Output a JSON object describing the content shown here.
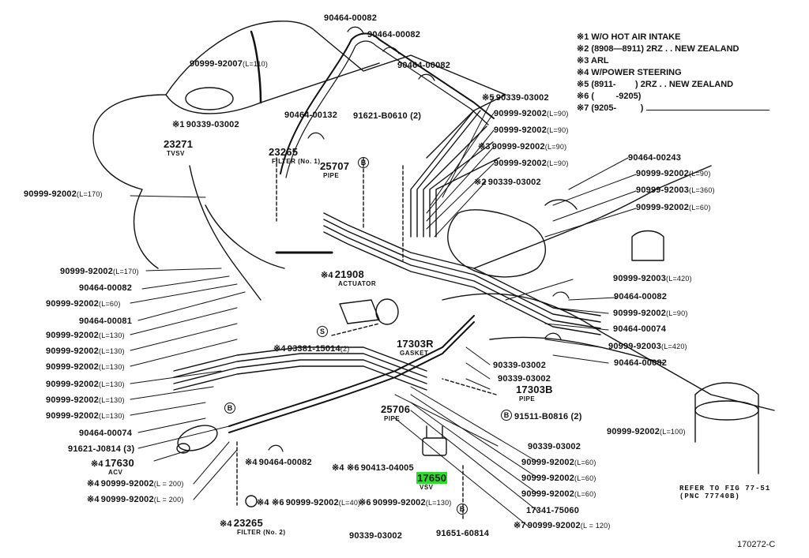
{
  "diagram": {
    "figure_id": "170272-C",
    "reference": {
      "line1": "REFER TO FIG 77-51",
      "line2": "(PNC 77740B)"
    },
    "notes": [
      {
        "mark": "※1",
        "text": "W/O HOT AIR INTAKE"
      },
      {
        "mark": "※2",
        "text": "(8908—8911) 2RZ . . NEW ZEALAND"
      },
      {
        "mark": "※3",
        "text": "ARL"
      },
      {
        "mark": "※4",
        "text": "W/POWER STEERING"
      },
      {
        "mark": "※5",
        "text": "(8911-        ) 2RZ . . NEW ZEALAND"
      },
      {
        "mark": "※6",
        "text": "(         -9205)"
      },
      {
        "mark": "※7",
        "text": "(9205-          )"
      }
    ],
    "highlighted_part": "17650",
    "circle_markers": {
      "B": "B",
      "S": "S"
    },
    "labels": [
      {
        "id": "l01",
        "pn": "90464-00082",
        "len": "",
        "mark": "",
        "sub": ""
      },
      {
        "id": "l02",
        "pn": "90464-00082",
        "len": "",
        "mark": "",
        "sub": ""
      },
      {
        "id": "l03",
        "pn": "90464-00082",
        "len": "",
        "mark": "",
        "sub": ""
      },
      {
        "id": "l04",
        "pn": "90999-92007",
        "len": "(L=110)",
        "mark": "",
        "sub": ""
      },
      {
        "id": "l05",
        "pn": "90464-00132",
        "len": "",
        "mark": "",
        "sub": ""
      },
      {
        "id": "l06",
        "pn": "91621-B0610 (2)",
        "len": "",
        "mark": "",
        "sub": ""
      },
      {
        "id": "l07",
        "pn": "90339-03002",
        "len": "",
        "mark": "※1",
        "sub": ""
      },
      {
        "id": "l08",
        "pn": "23271",
        "len": "",
        "mark": "",
        "sub": "TVSV"
      },
      {
        "id": "l09",
        "pn": "23265",
        "len": "",
        "mark": "",
        "sub": "FILTER (No. 1)"
      },
      {
        "id": "l10",
        "pn": "25707",
        "len": "",
        "mark": "",
        "sub": "PIPE"
      },
      {
        "id": "l11",
        "pn": "90339-03002",
        "len": "",
        "mark": "※5",
        "sub": ""
      },
      {
        "id": "l12",
        "pn": "90999-92002",
        "len": "(L=90)",
        "mark": "",
        "sub": ""
      },
      {
        "id": "l13",
        "pn": "90999-92002",
        "len": "(L=90)",
        "mark": "",
        "sub": ""
      },
      {
        "id": "l14",
        "pn": "90999-92002",
        "len": "(L=90)",
        "mark": "※3",
        "sub": ""
      },
      {
        "id": "l15",
        "pn": "90999-92002",
        "len": "(L=90)",
        "mark": "",
        "sub": ""
      },
      {
        "id": "l16",
        "pn": "90339-03002",
        "len": "",
        "mark": "※2",
        "sub": ""
      },
      {
        "id": "l17",
        "pn": "90464-00243",
        "len": "",
        "mark": "",
        "sub": ""
      },
      {
        "id": "l18",
        "pn": "90999-92002",
        "len": "(L=90)",
        "mark": "",
        "sub": ""
      },
      {
        "id": "l19",
        "pn": "90999-92003",
        "len": "(L=360)",
        "mark": "",
        "sub": ""
      },
      {
        "id": "l20",
        "pn": "90999-92002",
        "len": "(L=60)",
        "mark": "",
        "sub": ""
      },
      {
        "id": "l21",
        "pn": "90999-92002",
        "len": "(L=170)",
        "mark": "",
        "sub": ""
      },
      {
        "id": "l22",
        "pn": "90999-92002",
        "len": "(L=170)",
        "mark": "",
        "sub": ""
      },
      {
        "id": "l23",
        "pn": "90464-00082",
        "len": "",
        "mark": "",
        "sub": ""
      },
      {
        "id": "l24",
        "pn": "90999-92002",
        "len": "(L=60)",
        "mark": "",
        "sub": ""
      },
      {
        "id": "l25",
        "pn": "90464-00081",
        "len": "",
        "mark": "",
        "sub": ""
      },
      {
        "id": "l26",
        "pn": "90999-92002",
        "len": "(L=130)",
        "mark": "",
        "sub": ""
      },
      {
        "id": "l27",
        "pn": "90999-92002",
        "len": "(L=130)",
        "mark": "",
        "sub": ""
      },
      {
        "id": "l28",
        "pn": "90999-92002",
        "len": "(L=130)",
        "mark": "",
        "sub": ""
      },
      {
        "id": "l29",
        "pn": "90999-92002",
        "len": "(L=130)",
        "mark": "",
        "sub": ""
      },
      {
        "id": "l30",
        "pn": "90999-92002",
        "len": "(L=130)",
        "mark": "",
        "sub": ""
      },
      {
        "id": "l31",
        "pn": "90999-92002",
        "len": "(L=130)",
        "mark": "",
        "sub": ""
      },
      {
        "id": "l32",
        "pn": "90464-00074",
        "len": "",
        "mark": "",
        "sub": ""
      },
      {
        "id": "l33",
        "pn": "91621-J0814 (3)",
        "len": "",
        "mark": "",
        "sub": ""
      },
      {
        "id": "l34",
        "pn": "17630",
        "len": "",
        "mark": "※4",
        "sub": "ACV"
      },
      {
        "id": "l35",
        "pn": "90999-92002",
        "len": "(L = 200)",
        "mark": "※4",
        "sub": ""
      },
      {
        "id": "l36",
        "pn": "90999-92002",
        "len": "(L = 200)",
        "mark": "※4",
        "sub": ""
      },
      {
        "id": "l37",
        "pn": "23265",
        "len": "",
        "mark": "※4",
        "sub": "FILTER (No. 2)"
      },
      {
        "id": "l38",
        "pn": "90464-00082",
        "len": "",
        "mark": "※4",
        "sub": ""
      },
      {
        "id": "l39",
        "pn": "21908",
        "len": "",
        "mark": "※4",
        "sub": "ACTUATOR"
      },
      {
        "id": "l40",
        "pn": "93381-15014",
        "len": "(2)",
        "mark": "※4",
        "sub": ""
      },
      {
        "id": "l41",
        "pn": "17303R",
        "len": "",
        "mark": "",
        "sub": "GASKET"
      },
      {
        "id": "l42",
        "pn": "25706",
        "len": "",
        "mark": "",
        "sub": "PIPE"
      },
      {
        "id": "l43",
        "pn": "90413-04005",
        "len": "",
        "mark": "※4 ※6",
        "sub": ""
      },
      {
        "id": "l44",
        "pn": "17650",
        "len": "",
        "mark": "",
        "sub": "VSV"
      },
      {
        "id": "l45",
        "pn": "90999-92002",
        "len": "(L=40)",
        "mark": "※4 ※6",
        "sub": ""
      },
      {
        "id": "l46",
        "pn": "90999-92002",
        "len": "(L=130)",
        "mark": "※6",
        "sub": ""
      },
      {
        "id": "l47",
        "pn": "90339-03002",
        "len": "",
        "mark": "",
        "sub": ""
      },
      {
        "id": "l48",
        "pn": "91651-60814",
        "len": "",
        "mark": "",
        "sub": ""
      },
      {
        "id": "l49",
        "pn": "90999-92003",
        "len": "(L=420)",
        "mark": "",
        "sub": ""
      },
      {
        "id": "l50",
        "pn": "90464-00082",
        "len": "",
        "mark": "",
        "sub": ""
      },
      {
        "id": "l51",
        "pn": "90999-92002",
        "len": "(L=90)",
        "mark": "",
        "sub": ""
      },
      {
        "id": "l52",
        "pn": "90464-00074",
        "len": "",
        "mark": "",
        "sub": ""
      },
      {
        "id": "l53",
        "pn": "90999-92003",
        "len": "(L=420)",
        "mark": "",
        "sub": ""
      },
      {
        "id": "l54",
        "pn": "90464-00082",
        "len": "",
        "mark": "",
        "sub": ""
      },
      {
        "id": "l55",
        "pn": "90339-03002",
        "len": "",
        "mark": "",
        "sub": ""
      },
      {
        "id": "l56",
        "pn": "90339-03002",
        "len": "",
        "mark": "",
        "sub": ""
      },
      {
        "id": "l57",
        "pn": "17303B",
        "len": "",
        "mark": "",
        "sub": "PIPE"
      },
      {
        "id": "l58",
        "pn": "91511-B0816 (2)",
        "len": "",
        "mark": "",
        "sub": ""
      },
      {
        "id": "l59",
        "pn": "90999-92002",
        "len": "(L=100)",
        "mark": "",
        "sub": ""
      },
      {
        "id": "l60",
        "pn": "90339-03002",
        "len": "",
        "mark": "",
        "sub": ""
      },
      {
        "id": "l61",
        "pn": "90999-92002",
        "len": "(L=60)",
        "mark": "",
        "sub": ""
      },
      {
        "id": "l62",
        "pn": "90999-92002",
        "len": "(L=60)",
        "mark": "",
        "sub": ""
      },
      {
        "id": "l63",
        "pn": "90999-92002",
        "len": "(L=60)",
        "mark": "",
        "sub": ""
      },
      {
        "id": "l64",
        "pn": "17341-75060",
        "len": "",
        "mark": "",
        "sub": ""
      },
      {
        "id": "l65",
        "pn": "90999-92002",
        "len": "(L = 120)",
        "mark": "※7",
        "sub": ""
      }
    ]
  }
}
